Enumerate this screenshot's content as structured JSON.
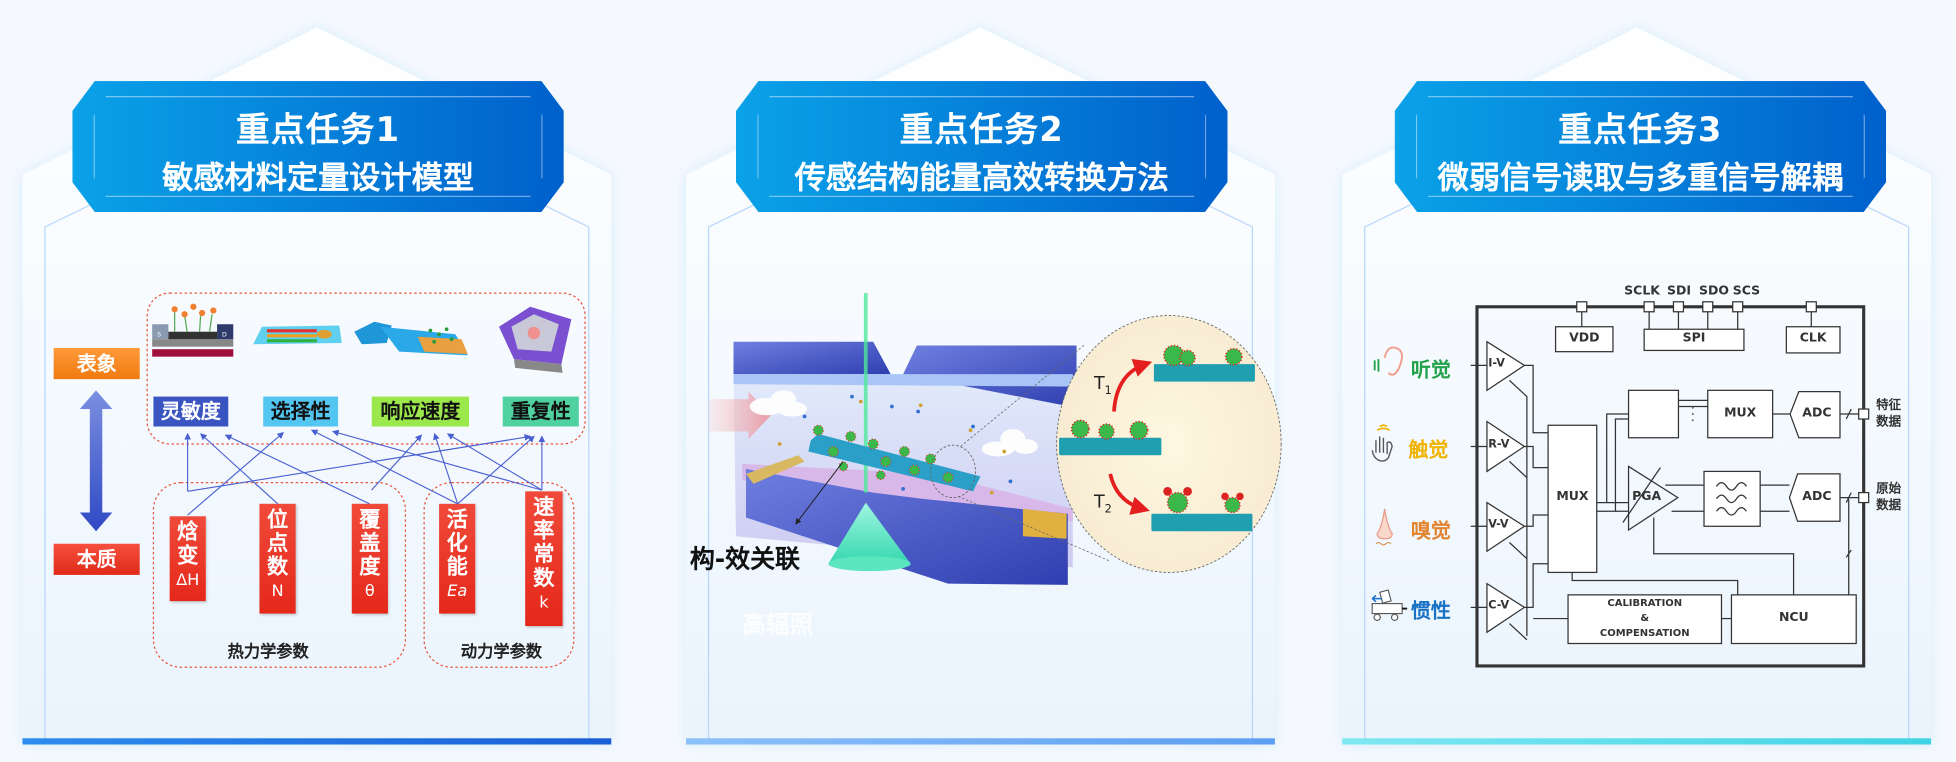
{
  "panels": [
    {
      "title": "重点任务1",
      "subtitle": "敏感材料定量设计模型",
      "bar_color": "#1a6fe0"
    },
    {
      "title": "重点任务2",
      "subtitle": "传感结构能量高效转换方法",
      "bar_color": "#5d9ef2"
    },
    {
      "title": "重点任务3",
      "subtitle": "微弱信号读取与多重信号解耦",
      "bar_color": "#4fdbe9"
    }
  ],
  "panel1": {
    "phenomenon": "表象",
    "essence": "本质",
    "properties": [
      {
        "label": "灵敏度",
        "color": "#3a55c2",
        "text_color": "#ffffff"
      },
      {
        "label": "选择性",
        "color": "#53c6f2",
        "text_color": "#111111"
      },
      {
        "label": "响应速度",
        "color": "#9be84c",
        "text_color": "#111111"
      },
      {
        "label": "重复性",
        "color": "#4fd1a0",
        "text_color": "#111111"
      }
    ],
    "params": [
      {
        "chars": [
          "焓",
          "变",
          "ΔH"
        ]
      },
      {
        "chars": [
          "位",
          "点",
          "数",
          "N"
        ]
      },
      {
        "chars": [
          "覆",
          "盖",
          "度",
          "θ"
        ]
      },
      {
        "chars": [
          "活",
          "化",
          "能",
          "Ea"
        ]
      },
      {
        "chars": [
          "速",
          "率",
          "常",
          "数",
          "k"
        ]
      }
    ],
    "thermo_label": "热力学参数",
    "kinetic_label": "动力学参数",
    "device_labels": {
      "s": "S",
      "d": "D"
    }
  },
  "panel2": {
    "relation_label": "构-效关联",
    "irradiation_label": "高辐照",
    "t1": "T",
    "t1_sub": "1",
    "t2": "T",
    "t2_sub": "2"
  },
  "panel3": {
    "pins": [
      "SCLK",
      "SDI",
      "SDO",
      "SCS"
    ],
    "vdd": "VDD",
    "spi": "SPI",
    "clk": "CLK",
    "amps": [
      "I-V",
      "R-V",
      "V-V",
      "C-V"
    ],
    "mux_main": "MUX",
    "mux_small": "MUX",
    "adc1": "ADC",
    "adc2": "ADC",
    "pga": "PGA",
    "cal_line1": "CALIBRATION",
    "cal_line2": "&",
    "cal_line3": "COMPENSATION",
    "ncu": "NCU",
    "out1": [
      "特征",
      "数据"
    ],
    "out2": [
      "原始",
      "数据"
    ],
    "senses": [
      {
        "label": "听觉",
        "color": "#22a24a",
        "icon": "ear-icon"
      },
      {
        "label": "触觉",
        "color": "#f0b400",
        "icon": "hand-icon"
      },
      {
        "label": "嗅觉",
        "color": "#e2842e",
        "icon": "nose-icon"
      },
      {
        "label": "惯性",
        "color": "#1a72c4",
        "icon": "cart-icon"
      }
    ]
  }
}
